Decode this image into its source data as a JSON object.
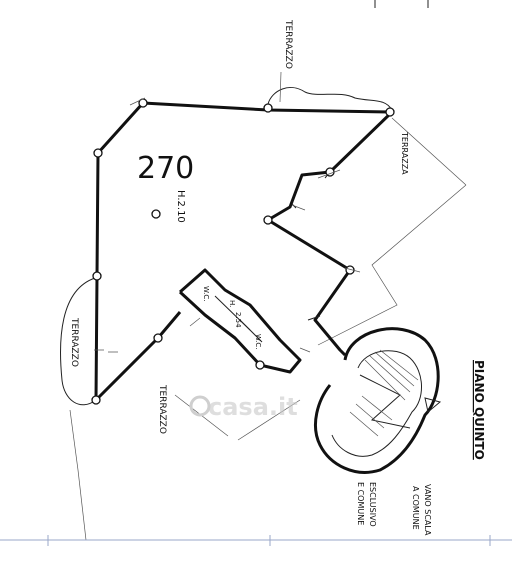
{
  "labels": {
    "terrazzo_top": "TERRAZZO",
    "terrazzo_left": "TERRAZZO",
    "terrazzo_bottom": "TERRAZZO",
    "terrazza_right": "TERRAZZA",
    "area": "270",
    "height": "H.2.10",
    "wc1": "W.C.",
    "wc2": "W.C.",
    "h_small": "H.",
    "h_small_value": "2.54",
    "stair_1": "VANO SCALA",
    "stair_2": "A COMUNE",
    "exclusive_1": "ESCLUSIVO",
    "exclusive_2": "E COMUNE",
    "floor": "PIANO QUINTO",
    "watermark": "casa.it"
  }
}
